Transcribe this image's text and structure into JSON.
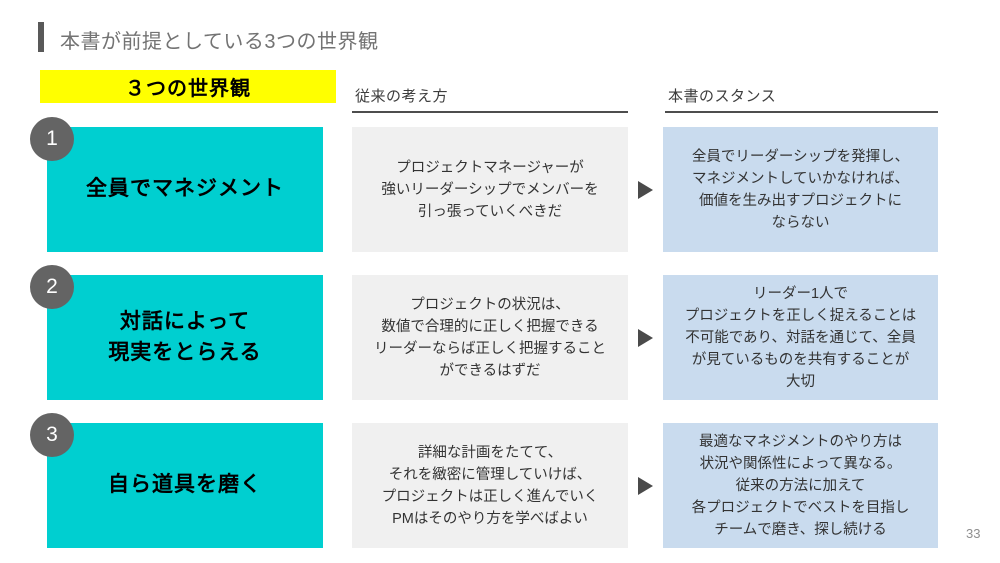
{
  "page": {
    "title": "本書が前提としている3つの世界観",
    "page_number": "33"
  },
  "table": {
    "header_label": "３つの世界観",
    "columns": [
      "従来の考え方",
      "本書のスタンス"
    ]
  },
  "rows": [
    {
      "number": "1",
      "worldview": "全員でマネジメント",
      "conventional": "プロジェクトマネージャーが\n強いリーダーシップでメンバーを\n引っ張っていくべきだ",
      "stance": "全員でリーダーシップを発揮し、\nマネジメントしていかなければ、\n価値を生み出すプロジェクトに\nならない"
    },
    {
      "number": "2",
      "worldview": "対話によって\n現実をとらえる",
      "conventional": "プロジェクトの状況は、\n数値で合理的に正しく把握できる\nリーダーならば正しく把握すること\nができるはずだ",
      "stance": "リーダー1人で\nプロジェクトを正しく捉えることは\n不可能であり、対話を通じて、全員\nが見ているものを共有することが\n大切"
    },
    {
      "number": "3",
      "worldview": "自ら道具を磨く",
      "conventional": "詳細な計画をたてて、\nそれを緻密に管理していけば、\nプロジェクトは正しく進んでいく\nPMはそのやり方を学べばよい",
      "stance": "最適なマネジメントのやり方は\n状況や関係性によって異なる。\n従来の方法に加えて\n各プロジェクトでベストを目指し\nチームで磨き、探し続ける"
    }
  ],
  "colors": {
    "worldview_box": "#00cfd0",
    "conventional_box": "#f0f0f0",
    "stance_box": "#c9dbee",
    "header_highlight": "#ffff00",
    "number_badge": "#646464",
    "arrow": "#4a4a4a",
    "accent_bar": "#595959"
  }
}
